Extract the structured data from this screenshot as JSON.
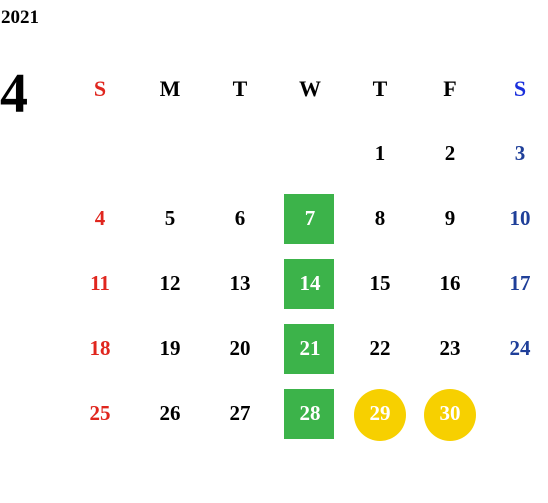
{
  "year": "2021",
  "month": "4",
  "weekdays": [
    "S",
    "M",
    "T",
    "W",
    "T",
    "F",
    "S"
  ],
  "weeks": [
    [
      "",
      "",
      "",
      "",
      "1",
      "2",
      "3"
    ],
    [
      "4",
      "5",
      "6",
      "7",
      "8",
      "9",
      "10"
    ],
    [
      "11",
      "12",
      "13",
      "14",
      "15",
      "16",
      "17"
    ],
    [
      "18",
      "19",
      "20",
      "21",
      "22",
      "23",
      "24"
    ],
    [
      "25",
      "26",
      "27",
      "28",
      "29",
      "30",
      ""
    ]
  ],
  "highlights": {
    "green": [
      "7",
      "14",
      "21",
      "28"
    ],
    "yellow": [
      "29",
      "30"
    ]
  },
  "colors": {
    "sunday": "#e0261e",
    "saturday": "#1f3f99",
    "saturday_header": "#1a2fdc",
    "green_box": "#3cb34a",
    "yellow_circle": "#f7d000"
  }
}
